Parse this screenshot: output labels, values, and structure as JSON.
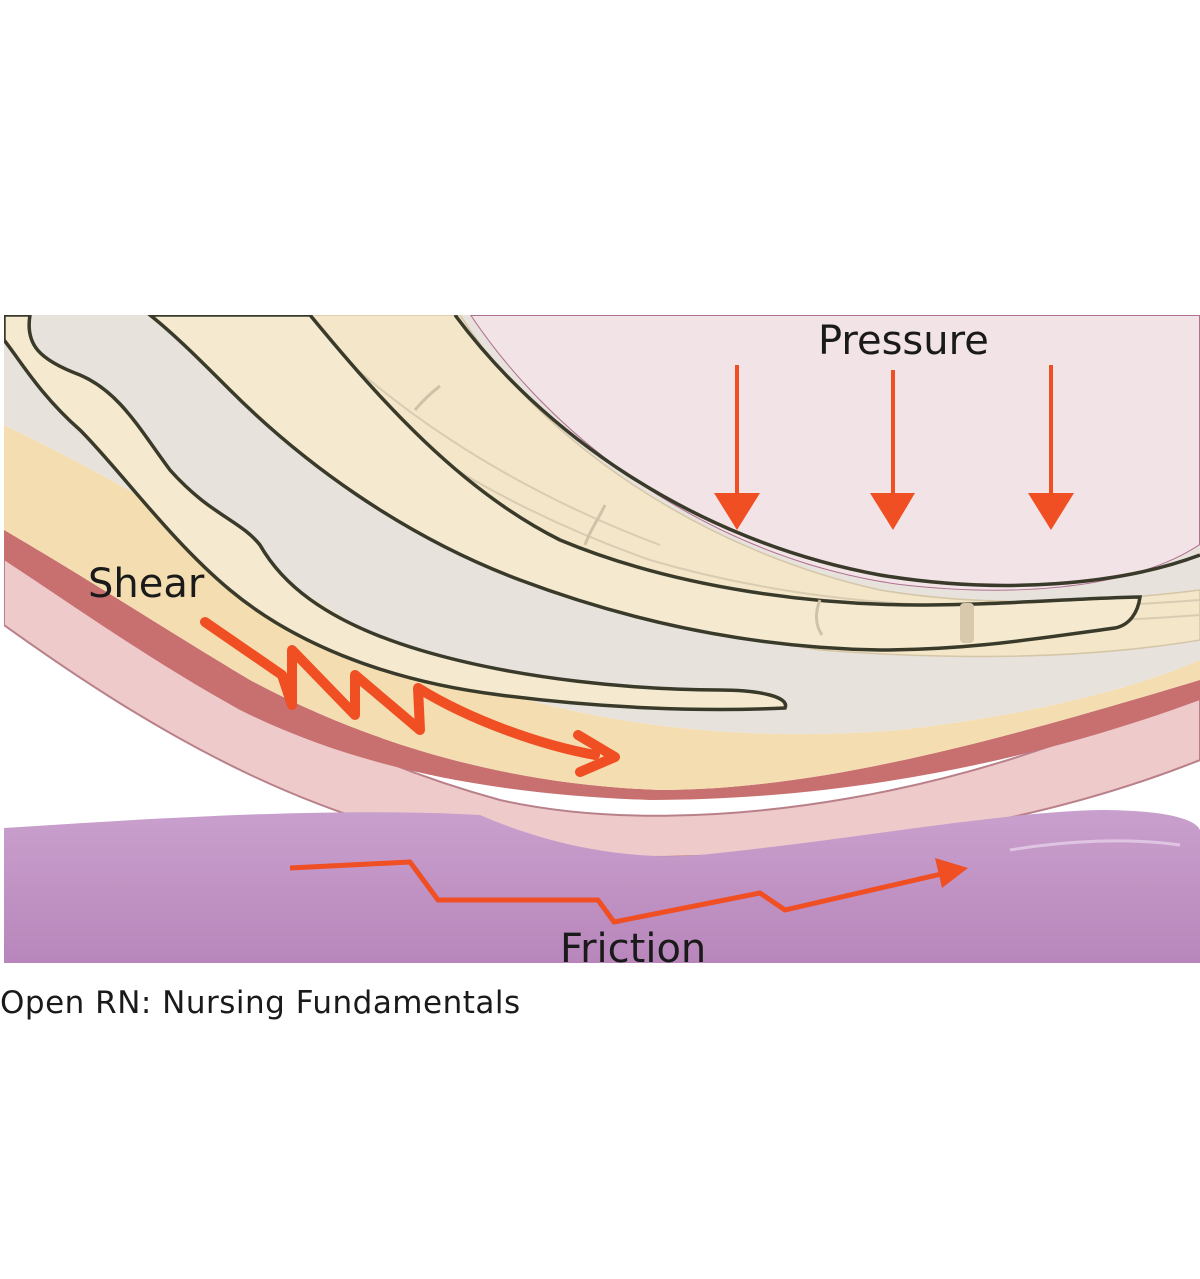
{
  "labels": {
    "pressure": "Pressure",
    "shear": "Shear",
    "friction": "Friction"
  },
  "caption": "Open RN: Nursing Fundamentals",
  "colors": {
    "arrow": "#f04e23",
    "bone": "#f5ead0",
    "outline": "#3a3a2a",
    "skin": "#eecaca",
    "dermis": "#c87070",
    "fat": "#f4ddb0",
    "sheet": "#c396c6",
    "background_tissue": "#f2e3e6"
  }
}
